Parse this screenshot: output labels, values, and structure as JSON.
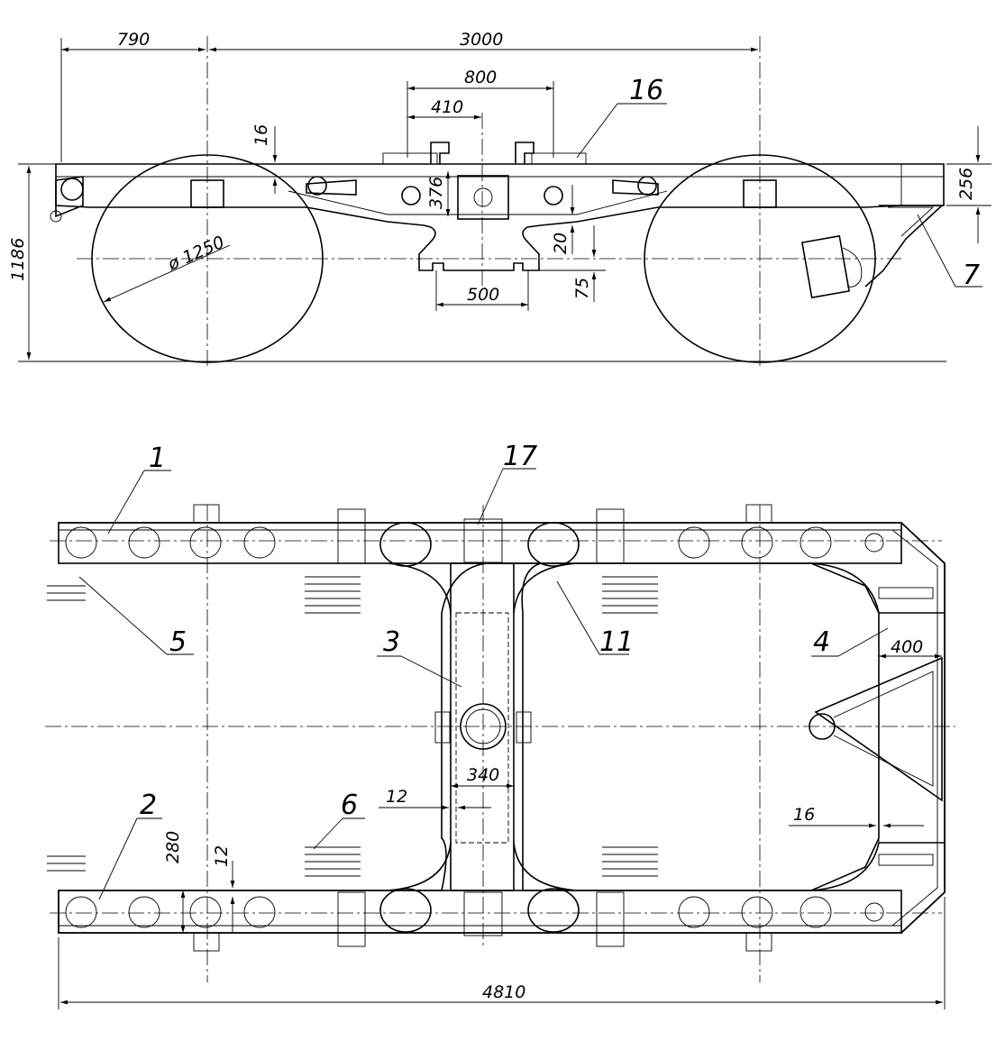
{
  "dimensions": {
    "d790": "790",
    "d3000": "3000",
    "d800": "800",
    "d410": "410",
    "d16_top": "16",
    "d376": "376",
    "d256": "256",
    "d1186": "1186",
    "d1250": "ø 1250",
    "d20": "20",
    "d75": "75",
    "d500": "500",
    "d400": "400",
    "d340": "340",
    "d12_mid": "12",
    "d16_right": "16",
    "d280": "280",
    "d12_left": "12",
    "d4810": "4810"
  },
  "callouts": {
    "c1": "1",
    "c2": "2",
    "c3": "3",
    "c4": "4",
    "c5": "5",
    "c6": "6",
    "c7": "7",
    "c11": "11",
    "c16": "16",
    "c17": "17"
  }
}
